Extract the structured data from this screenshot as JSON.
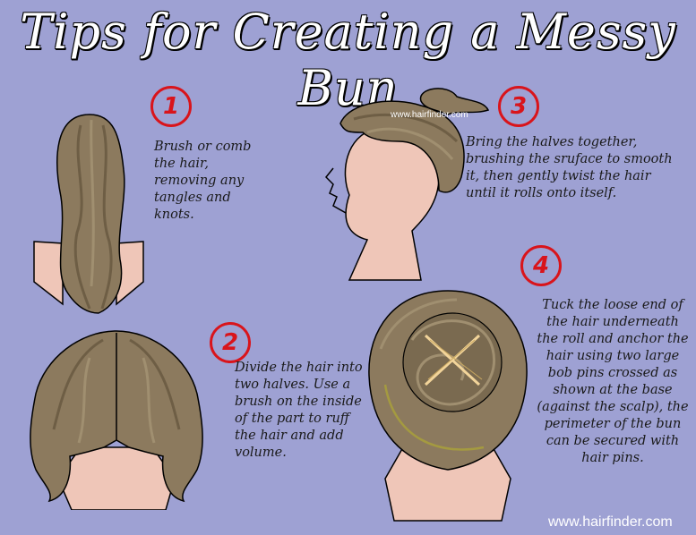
{
  "title": "Tips for Creating a Messy Bun",
  "steps": [
    {
      "number": "1",
      "text": "Brush or comb the hair, removing any tangles and knots."
    },
    {
      "number": "2",
      "text": "Divide the hair into two halves. Use a brush on the inside of the part to ruff the hair and add volume."
    },
    {
      "number": "3",
      "text": "Bring the halves together, brushing the sruface to smooth it, then gently twist the hair until it rolls onto itself."
    },
    {
      "number": "4",
      "text": "Tuck the loose end of the hair underneath the roll and anchor the hair using two large bob pins crossed as shown at the base (against the scalp), the perimeter of the bun can be secured with hair pins."
    }
  ],
  "watermark_small": "www.hairfinder.com",
  "watermark_footer": "www.hairfinder.com",
  "colors": {
    "background": "#9ea1d3",
    "number_red": "#d9141b",
    "hair": "#8c7a5e",
    "skin": "#efc6b8"
  }
}
